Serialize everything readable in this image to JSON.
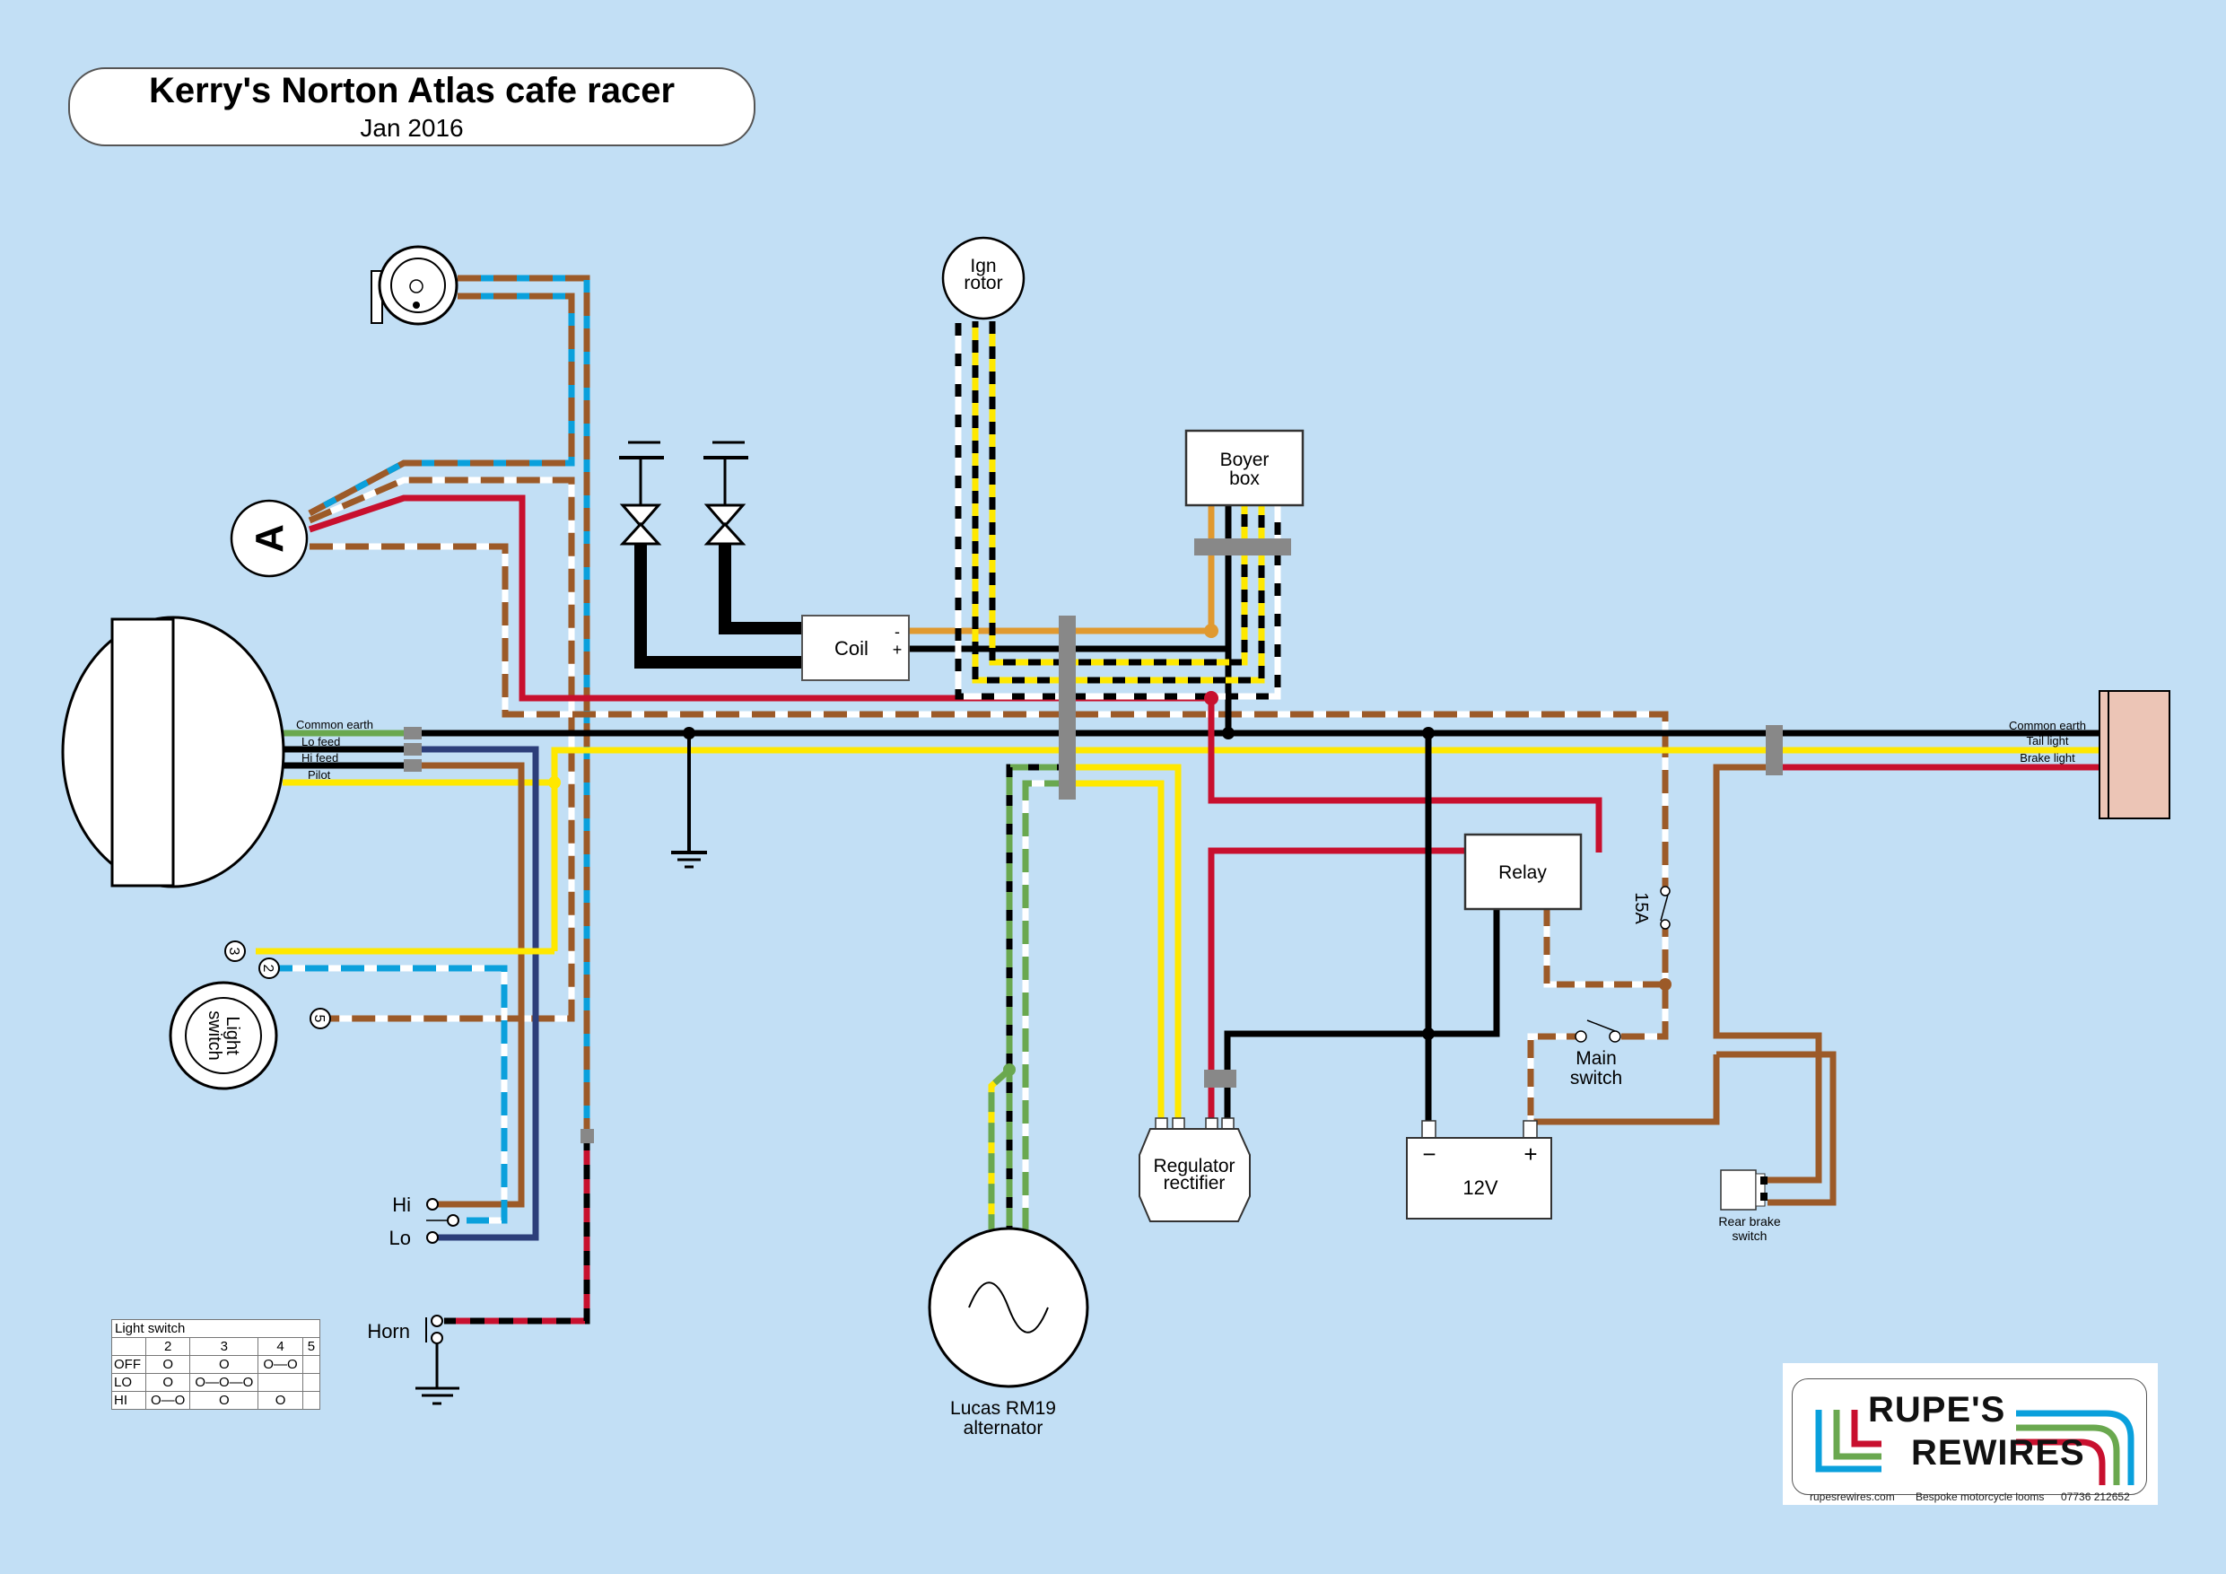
{
  "title": {
    "main": "Kerry's Norton Atlas cafe racer",
    "date": "Jan 2016"
  },
  "colors": {
    "background": "#c2dff5",
    "black": "#000000",
    "red": "#c8102e",
    "yellow": "#ffe800",
    "brown": "#9c5a28",
    "blue": "#0aa0dc",
    "darkblue": "#2c3e7a",
    "green": "#6aa84f",
    "orange": "#e0992f",
    "white": "#ffffff",
    "connector": "#888888",
    "taillight": "#ecc5b6"
  },
  "components": {
    "ign_rotor": {
      "line1": "Ign",
      "line2": "rotor"
    },
    "boyer_box": {
      "line1": "Boyer",
      "line2": "box"
    },
    "coil": {
      "label": "Coil",
      "minus": "-",
      "plus": "+"
    },
    "ammeter": {
      "label": "A"
    },
    "relay": {
      "label": "Relay"
    },
    "fuse": {
      "label": "15A"
    },
    "main_switch": {
      "line1": "Main",
      "line2": "switch"
    },
    "regulator": {
      "line1": "Regulator",
      "line2": "rectifier"
    },
    "battery": {
      "label": "12V",
      "minus": "−",
      "plus": "+"
    },
    "alternator": {
      "line1": "Lucas RM19",
      "line2": "alternator"
    },
    "rear_brake_switch": {
      "line1": "Rear brake",
      "line2": "switch"
    },
    "light_switch": {
      "line1": "Light",
      "line2": "switch",
      "terminals": [
        "3",
        "2",
        "5"
      ]
    },
    "dip_switch": {
      "hi": "Hi",
      "lo": "Lo"
    },
    "horn_button": {
      "label": "Horn"
    }
  },
  "headlight": {
    "wires": [
      "Common earth",
      "Lo feed",
      "Hi feed",
      "Pilot"
    ]
  },
  "taillight": {
    "wires": [
      "Common earth",
      "Tail light",
      "Brake light"
    ]
  },
  "light_switch_table": {
    "title": "Light switch",
    "columns": [
      "2",
      "3",
      "4",
      "5"
    ],
    "rows": [
      {
        "label": "OFF",
        "cells": [
          "O",
          "O",
          "O—O",
          ""
        ]
      },
      {
        "label": "LO",
        "cells": [
          "O",
          "O—O—O",
          "",
          ""
        ]
      },
      {
        "label": "HI",
        "cells": [
          "O—O",
          "O",
          "O",
          ""
        ]
      }
    ]
  },
  "logo": {
    "line1": "RUPE'S",
    "line2": "REWIRES",
    "website": "rupesrewires.com",
    "tagline": "Bespoke motorcycle looms",
    "phone": "07736 212652"
  }
}
